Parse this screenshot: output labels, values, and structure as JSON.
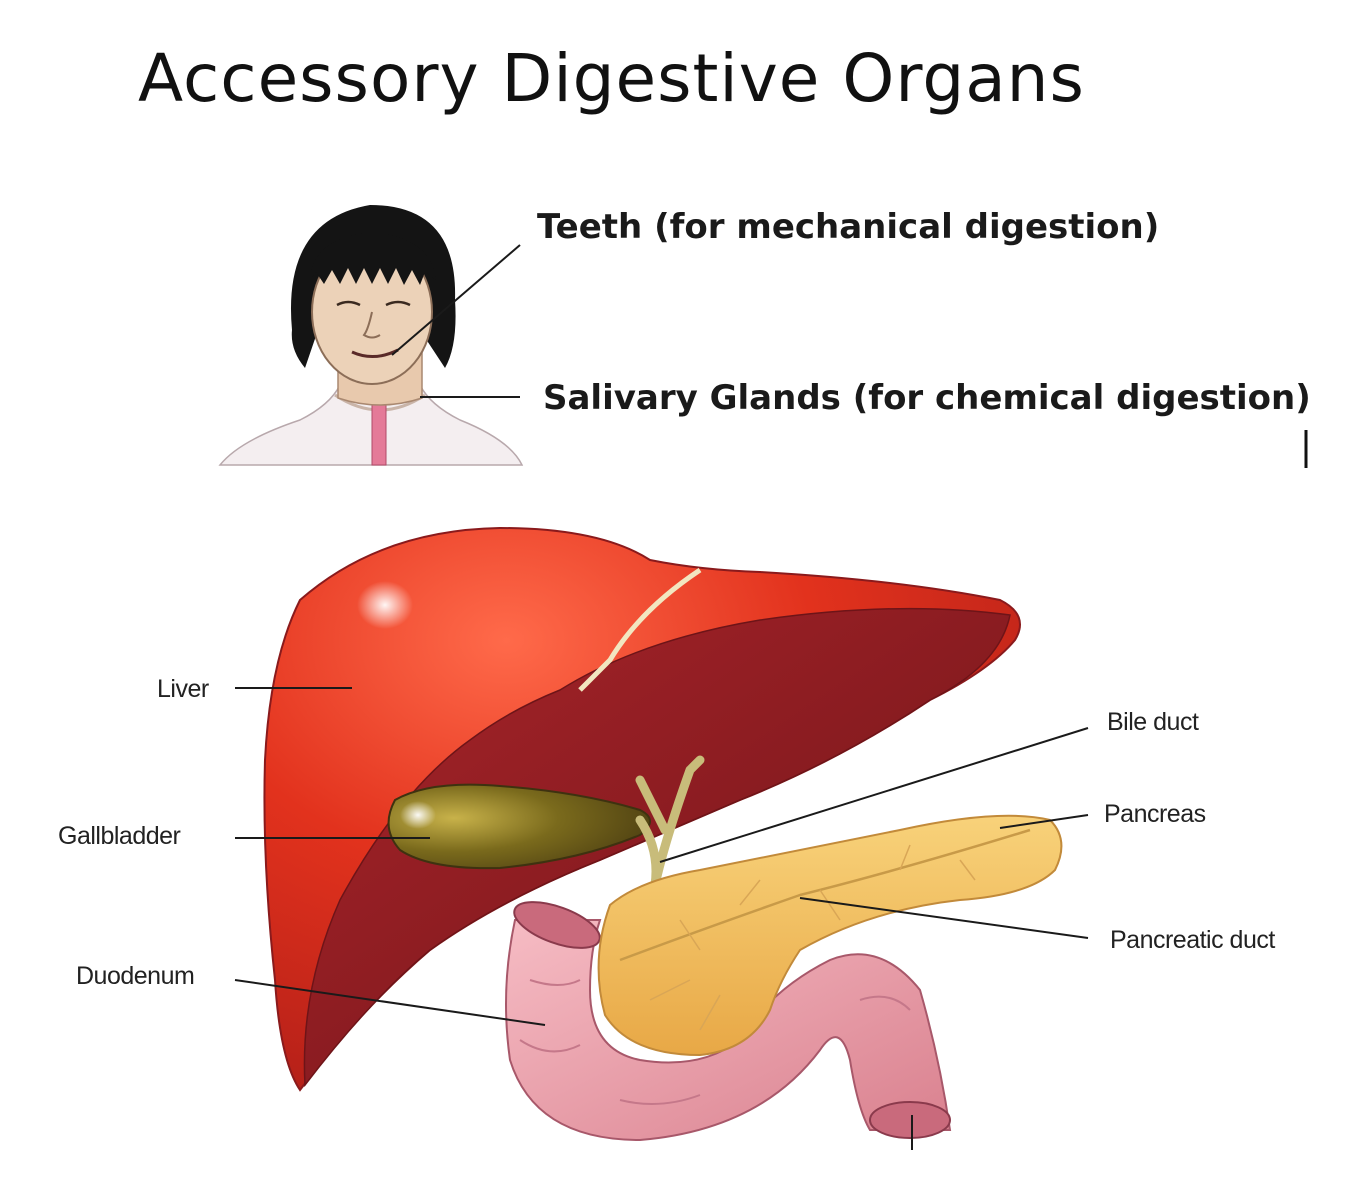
{
  "title": "Accessory Digestive Organs",
  "callouts": {
    "teeth": "Teeth (for mechanical digestion)",
    "salivary": "Salivary Glands (for chemical digestion)"
  },
  "labels": {
    "liver": "Liver",
    "gallbladder": "Gallbladder",
    "duodenum": "Duodenum",
    "bile_duct": "Bile duct",
    "pancreas": "Pancreas",
    "pancreatic_duct": "Pancreatic duct"
  },
  "colors": {
    "liver": "#e2321d",
    "liver_dark": "#8a1a1c",
    "gallbladder": "#7a6a1c",
    "pancreas": "#f2c060",
    "duodenum": "#f0a4b0",
    "hair": "#141414",
    "skin": "#ecd2b8"
  }
}
